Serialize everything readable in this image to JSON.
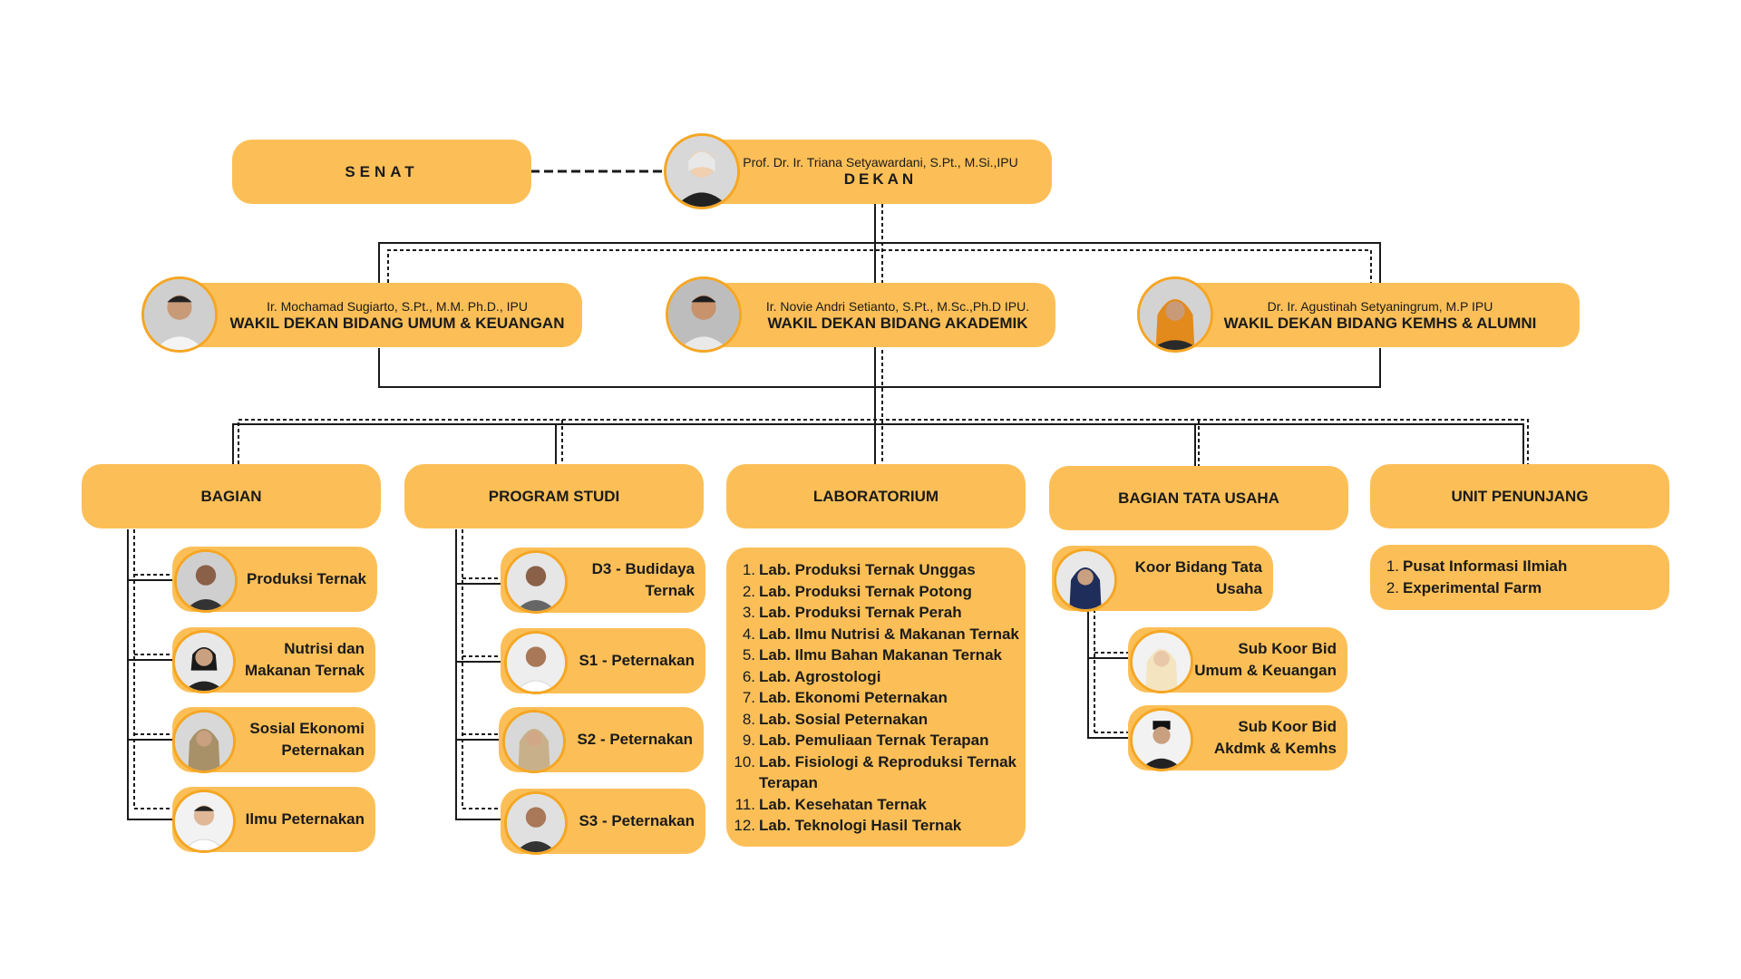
{
  "senat": "SENAT",
  "dekan": {
    "name": "Prof. Dr. Ir. Triana Setyawardani, S.Pt., M.Si.,IPU",
    "role": "DEKAN"
  },
  "wakil": [
    {
      "name": "Ir. Mochamad Sugiarto, S.Pt., M.M. Ph.D., IPU",
      "role": "WAKIL DEKAN BIDANG UMUM & KEUANGAN"
    },
    {
      "name": "Ir. Novie Andri Setianto, S.Pt., M.Sc.,Ph.D IPU.",
      "role": "WAKIL DEKAN BIDANG AKADEMIK"
    },
    {
      "name": "Dr. Ir. Agustinah Setyaningrum, M.P IPU",
      "role": "WAKIL DEKAN BIDANG KEMHS & ALUMNI"
    }
  ],
  "units": {
    "bagian": "BAGIAN",
    "program_studi": "PROGRAM STUDI",
    "laboratorium": "LABORATORIUM",
    "tata_usaha": "BAGIAN TATA USAHA",
    "penunjang": "UNIT PENUNJANG"
  },
  "bagian_items": [
    {
      "label": "Produksi Ternak"
    },
    {
      "label": "Nutrisi dan\nMakanan Ternak"
    },
    {
      "label": "Sosial Ekonomi\nPeternakan"
    },
    {
      "label": "Ilmu Peternakan"
    }
  ],
  "prodi_items": [
    {
      "label": "D3 - Budidaya\nTernak"
    },
    {
      "label": "S1 - Peternakan"
    },
    {
      "label": "S2 - Peternakan"
    },
    {
      "label": "S3 - Peternakan"
    }
  ],
  "labs": [
    {
      "num": "1.",
      "label": "Lab. Produksi Ternak Unggas"
    },
    {
      "num": "2.",
      "label": "Lab. Produksi Ternak Potong"
    },
    {
      "num": "3.",
      "label": "Lab. Produksi Ternak Perah"
    },
    {
      "num": "4.",
      "label": "Lab. Ilmu Nutrisi & Makanan Ternak"
    },
    {
      "num": "5.",
      "label": "Lab. Ilmu Bahan Makanan Ternak"
    },
    {
      "num": "6.",
      "label": "Lab. Agrostologi"
    },
    {
      "num": "7.",
      "label": "Lab. Ekonomi Peternakan"
    },
    {
      "num": "8.",
      "label": "Lab. Sosial Peternakan"
    },
    {
      "num": "9.",
      "label": "Lab. Pemuliaan Ternak Terapan"
    },
    {
      "num": "10.",
      "label": "Lab. Fisiologi & Reproduksi Ternak Terapan"
    },
    {
      "num": "11.",
      "label": "Lab. Kesehatan Ternak"
    },
    {
      "num": "12.",
      "label": "Lab. Teknologi Hasil Ternak"
    }
  ],
  "tu_items": [
    {
      "label": "Koor Bidang Tata\nUsaha"
    },
    {
      "label": "Sub Koor Bid\nUmum & Keuangan"
    },
    {
      "label": "Sub Koor Bid\nAkdmk & Kemhs"
    }
  ],
  "penunjang_items": [
    {
      "num": "1.",
      "label": "Pusat Informasi Ilmiah"
    },
    {
      "num": "2.",
      "label": "Experimental Farm"
    }
  ],
  "colors": {
    "box": "#fcbf57",
    "avatar_border": "#f5a623",
    "line": "#1a1a1a"
  }
}
